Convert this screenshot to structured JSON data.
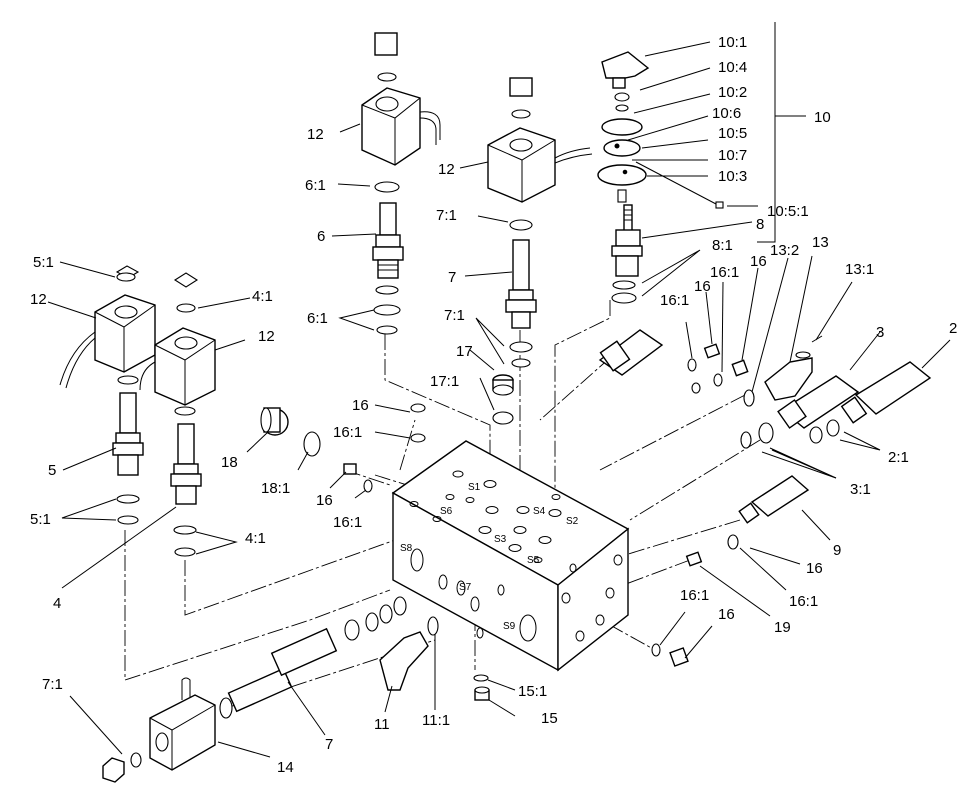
{
  "labels": {
    "l10_1": "10:1",
    "l10_4": "10:4",
    "l10_2": "10:2",
    "l10_6": "10:6",
    "l10_5": "10:5",
    "l10_7": "10:7",
    "l10_3": "10:3",
    "l10": "10",
    "l10_5_1": "10:5:1",
    "l8": "8",
    "l8_1": "8:1",
    "l12a": "12",
    "l12b": "12",
    "l12c": "12",
    "l12d": "12",
    "l6_1a": "6:1",
    "l6": "6",
    "l6_1b": "6:1",
    "l7_1a": "7:1",
    "l7a": "7",
    "l7_1b": "7:1",
    "l5_1a": "5:1",
    "l4_1a": "4:1",
    "l5": "5",
    "l5_1b": "5:1",
    "l4": "4",
    "l4_1b": "4:1",
    "l17": "17",
    "l17_1": "17:1",
    "l16a": "16",
    "l16_1a": "16:1",
    "l18": "18",
    "l18_1": "18:1",
    "l16b": "16",
    "l16_1b": "16:1",
    "l16_1c": "16:1",
    "l16c": "16",
    "l16_1d": "16:1",
    "l16d": "16",
    "l13_2": "13:2",
    "l13": "13",
    "l13_1": "13:1",
    "l3": "3",
    "l2": "2",
    "l2_1": "2:1",
    "l3_1": "3:1",
    "l9": "9",
    "l16e": "16",
    "l16_1e": "16:1",
    "l19": "19",
    "l16_1f": "16:1",
    "l16f": "16",
    "l7_1c": "7:1",
    "l14": "14",
    "l7b": "7",
    "l11": "11",
    "l11_1": "11:1",
    "l15_1": "15:1",
    "l15": "15"
  },
  "ports": {
    "s1": "S1",
    "s2": "S2",
    "s3": "S3",
    "s4": "S4",
    "s5": "S5",
    "s6": "S6",
    "s7": "S7",
    "s8": "S8",
    "s9": "S9"
  }
}
